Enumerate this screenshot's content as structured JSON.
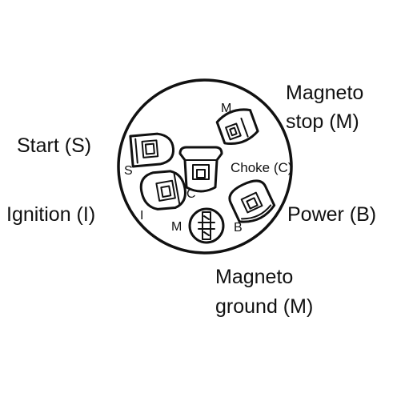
{
  "diagram": {
    "external_labels": {
      "magneto_stop_line1": "Magneto",
      "magneto_stop_line2": "stop (M)",
      "start": "Start (S)",
      "choke": "Choke (C)",
      "ignition": "Ignition (I)",
      "power": "Power (B)",
      "magneto_ground_line1": "Magneto",
      "magneto_ground_line2": "ground (M)"
    },
    "terminal_letters": {
      "m_top": "M",
      "s": "S",
      "c": "C",
      "i": "I",
      "m_bottom": "M",
      "b": "B"
    },
    "colors": {
      "stroke": "#111111",
      "background": "#ffffff"
    }
  }
}
